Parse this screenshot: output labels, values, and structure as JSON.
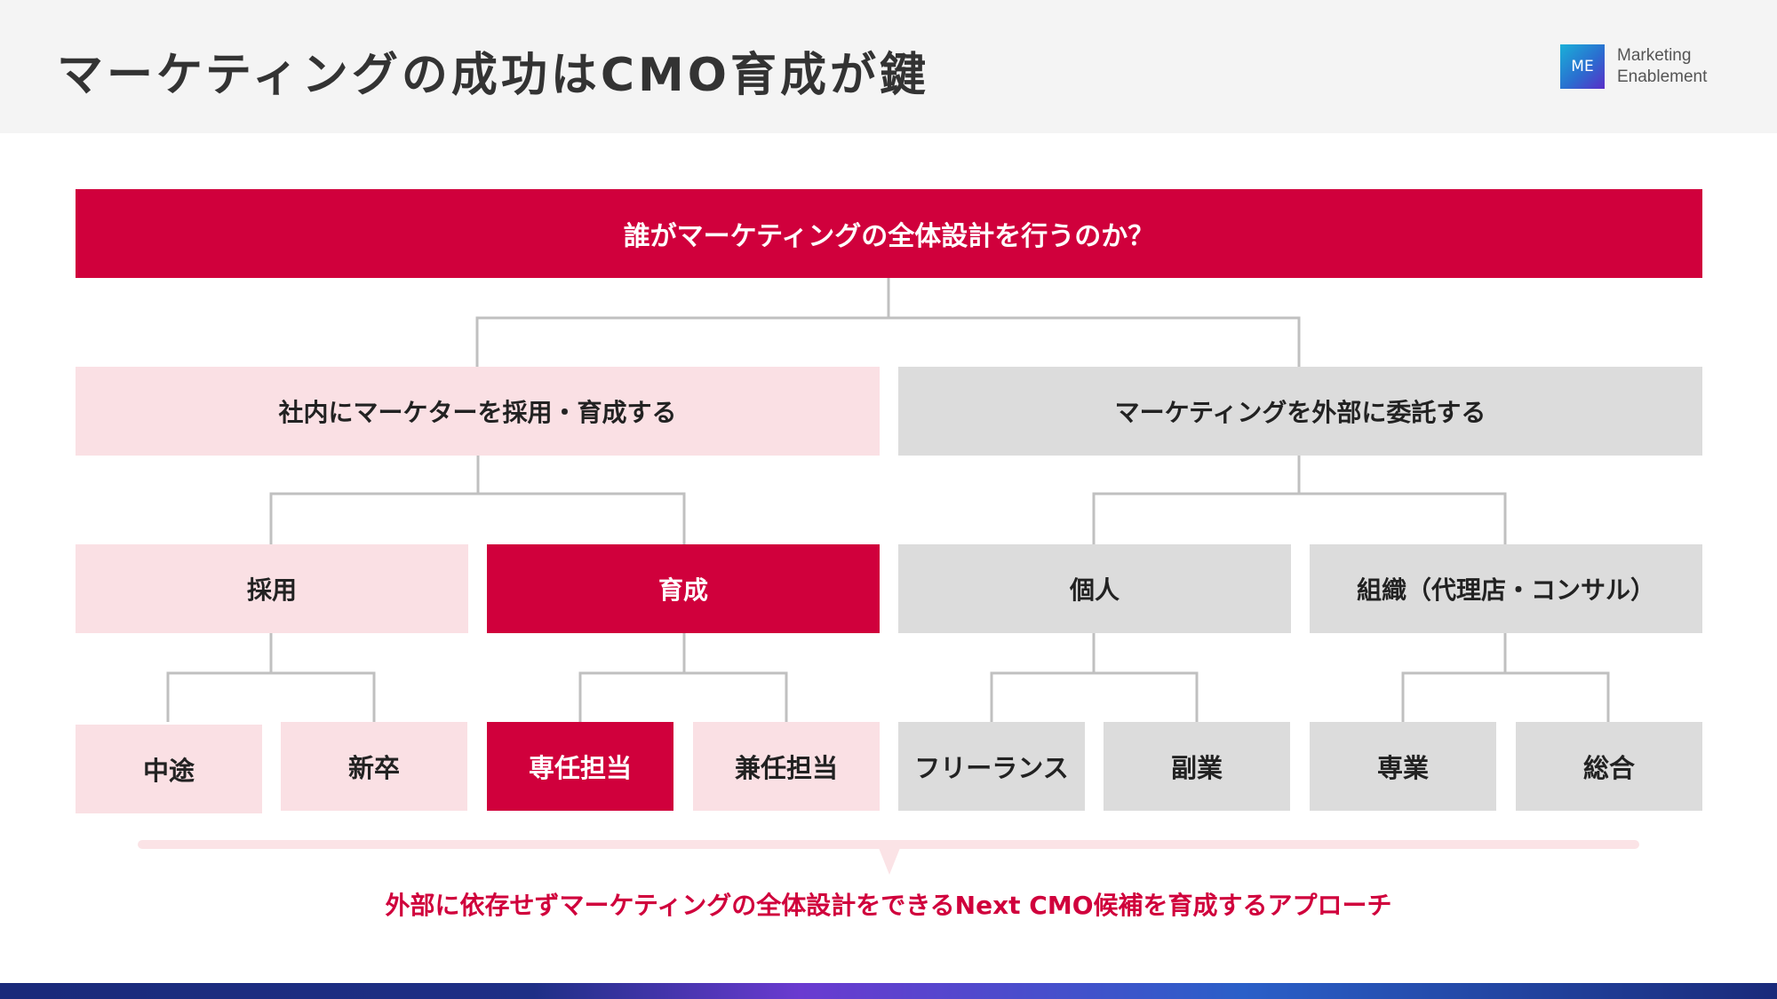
{
  "header": {
    "title": "マーケティングの成功はCMO育成が鍵",
    "logo_badge": "ME",
    "logo_line1": "Marketing",
    "logo_line2": "Enablement"
  },
  "tree": {
    "root": "誰がマーケティングの全体設計を行うのか？",
    "inhouse": "社内にマーケターを採用・育成する",
    "outsource": "マーケティングを外部に委託する",
    "hire": "採用",
    "develop": "育成",
    "individual": "個人",
    "organization": "組織（代理店・コンサル）",
    "midcareer": "中途",
    "newgrad": "新卒",
    "dedicated": "専任担当",
    "concurrent": "兼任担当",
    "freelance": "フリーランス",
    "sidejob": "副業",
    "specialist": "専業",
    "general": "総合"
  },
  "conclusion": "外部に依存せずマーケティングの全体設計をできるNext CMO候補を育成するアプローチ",
  "colors": {
    "accent_red": "#d0003c",
    "pink": "#fae0e4",
    "gray": "#dcdcdc",
    "connector": "#c0c0c0"
  }
}
